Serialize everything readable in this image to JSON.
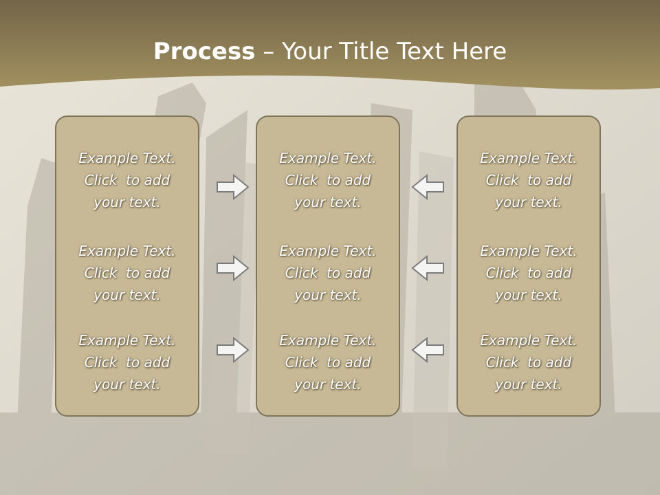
{
  "title": {
    "bold": "Process",
    "rest": " – Your Title Text Here"
  },
  "columns": [
    {
      "blocks": [
        [
          "Example Text.",
          "Click  to add",
          "your text."
        ],
        [
          "Example Text.",
          "Click  to add",
          "your text."
        ],
        [
          "Example Text.",
          "Click  to add",
          "your text."
        ]
      ]
    },
    {
      "blocks": [
        [
          "Example Text.",
          "Click  to add",
          "your text."
        ],
        [
          "Example Text.",
          "Click  to add",
          "your text."
        ],
        [
          "Example Text.",
          "Click  to add",
          "your text."
        ]
      ]
    },
    {
      "blocks": [
        [
          "Example Text.",
          "Click  to add",
          "your text."
        ],
        [
          "Example Text.",
          "Click  to add",
          "your text."
        ],
        [
          "Example Text.",
          "Click  to add",
          "your text."
        ]
      ]
    }
  ],
  "arrows": {
    "left_side": "right-arrow-icon",
    "right_side": "left-arrow-icon"
  },
  "colors": {
    "header": "#8c7a4f",
    "panel": "#c7b995",
    "panel_border": "#7d7459",
    "arrow_fill": "#f4f4f2",
    "arrow_stroke": "#7b7b7b"
  }
}
